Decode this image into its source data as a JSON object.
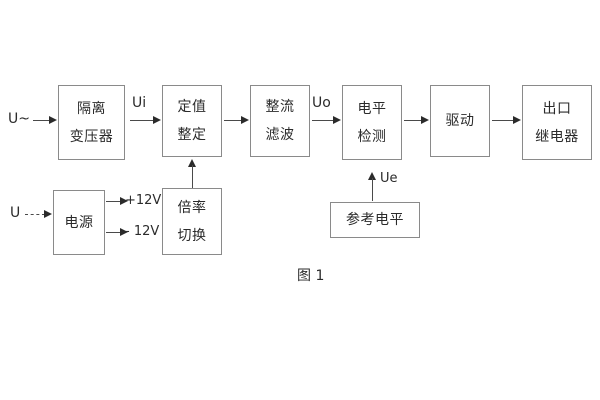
{
  "figure": {
    "caption": "图 1",
    "background_color": "#ffffff",
    "line_color": "#8a8a8a",
    "text_color": "#2b2b2b"
  },
  "blocks": {
    "isolation_transformer": {
      "line1": "隔离",
      "line2": "变压器"
    },
    "setting_value": {
      "line1": "定值",
      "line2": "整定"
    },
    "rectify_filter": {
      "line1": "整流",
      "line2": "滤波"
    },
    "level_detect": {
      "line1": "电平",
      "line2": "检测"
    },
    "drive": {
      "line1": "驱动"
    },
    "output_relay": {
      "line1": "出口",
      "line2": "继电器"
    },
    "power_supply": {
      "line1": "电源"
    },
    "multiplier_switch": {
      "line1": "倍率",
      "line2": "切换"
    },
    "reference_level": {
      "line1": "参考电平"
    }
  },
  "labels": {
    "input_ac": "U~",
    "input_dc": "U",
    "ui": "Ui",
    "uo": "Uo",
    "ue": "Ue",
    "supply_positive": "+12V",
    "supply_negative": "- 12V"
  }
}
